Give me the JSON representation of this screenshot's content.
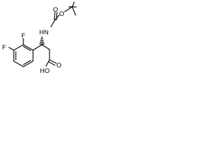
{
  "molecule": {
    "atom_labels": {
      "o_carbonyl_boc": "O",
      "o_ester": "O",
      "nh": "HN",
      "f_upper": "F",
      "f_left": "F",
      "o_acid": "O",
      "ho_acid": "HO"
    }
  }
}
